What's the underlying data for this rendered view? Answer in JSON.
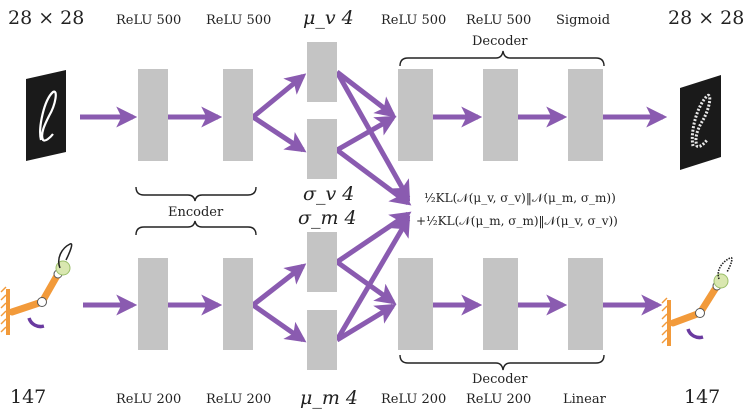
{
  "top": {
    "input_dim": "28 × 28",
    "enc1": "ReLU 500",
    "enc2": "ReLU 500",
    "mu_v": "μ_v 4",
    "dec1": "ReLU 500",
    "dec2": "ReLU 500",
    "dec3": "Sigmoid",
    "decoder_label": "Decoder",
    "output_dim": "28 × 28"
  },
  "middle": {
    "encoder_label": "Encoder",
    "sigma_v": "σ_v 4",
    "sigma_m": "σ_m 4",
    "kl_line1": "½KL(𝒩(μ_v, σ_v)‖𝒩(μ_m, σ_m))",
    "kl_line2": "+½KL(𝒩(μ_m, σ_m)‖𝒩(μ_v, σ_v))"
  },
  "bottom": {
    "input_dim": "147",
    "enc1": "ReLU 200",
    "enc2": "ReLU 200",
    "mu_m": "μ_m 4",
    "dec1": "ReLU 200",
    "dec2": "ReLU 200",
    "dec3": "Linear",
    "decoder_label": "Decoder",
    "output_dim": "147"
  },
  "colors": {
    "arrow": "#8a5bb0",
    "layer": "#c4c4c4",
    "image_bg": "#1a1a1a",
    "robot_orange": "#f29a3a",
    "robot_purple": "#6a3aa0"
  }
}
